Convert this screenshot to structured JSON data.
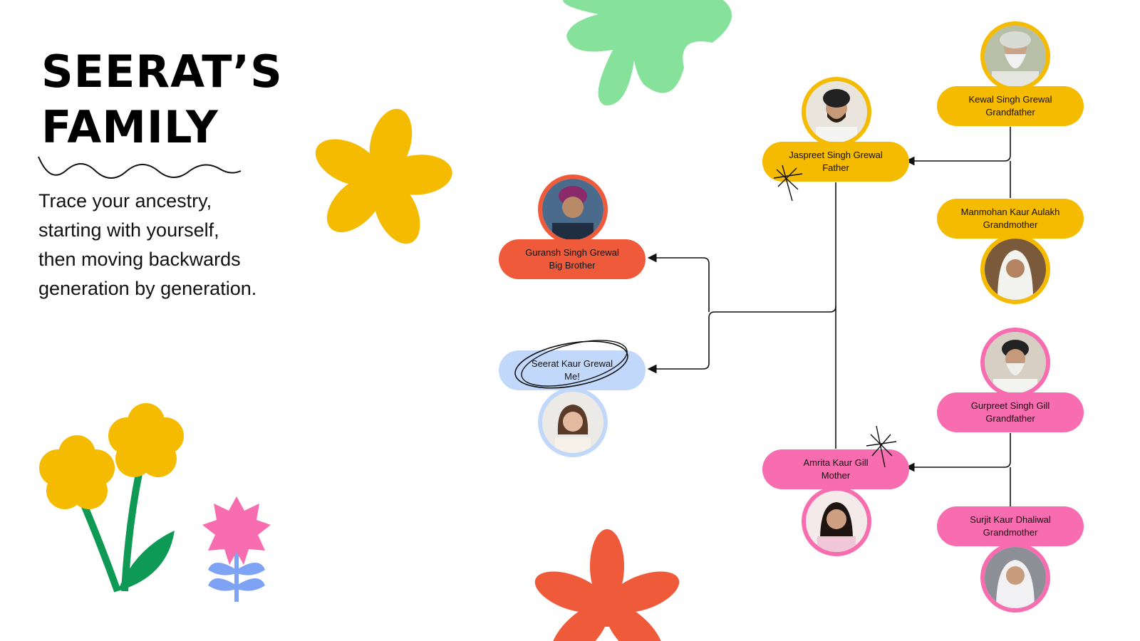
{
  "header": {
    "title_line1": "SEERAT’S",
    "title_line2": "FAMILY",
    "subtitle_lines": [
      "Trace your ancestry,",
      "starting with yourself,",
      "then moving backwards",
      "generation by generation."
    ]
  },
  "colors": {
    "yellow": "#f5bb00",
    "pink": "#f76daf",
    "orange": "#ef5a3a",
    "blue": "#c2d8fb",
    "green": "#86e19a",
    "stem": "#0e9a55"
  },
  "members": {
    "kewal": {
      "name": "Kewal Singh Grewal",
      "relation": "Grandfather"
    },
    "jaspreet": {
      "name": "Jaspreet Singh Grewal",
      "relation": "Father"
    },
    "manmohan": {
      "name": "Manmohan Kaur Aulakh",
      "relation": "Grandmother"
    },
    "guransh": {
      "name": "Guransh Singh Grewal",
      "relation": "Big Brother"
    },
    "seerat": {
      "name": "Seerat Kaur Grewal",
      "relation": "Me!"
    },
    "gurpreet": {
      "name": "Gurpreet Singh Gill",
      "relation": "Grandfather"
    },
    "amrita": {
      "name": "Amrita Kaur Gill",
      "relation": "Mother"
    },
    "surjit": {
      "name": "Surjit Kaur Dhaliwal",
      "relation": "Grandmother"
    }
  }
}
